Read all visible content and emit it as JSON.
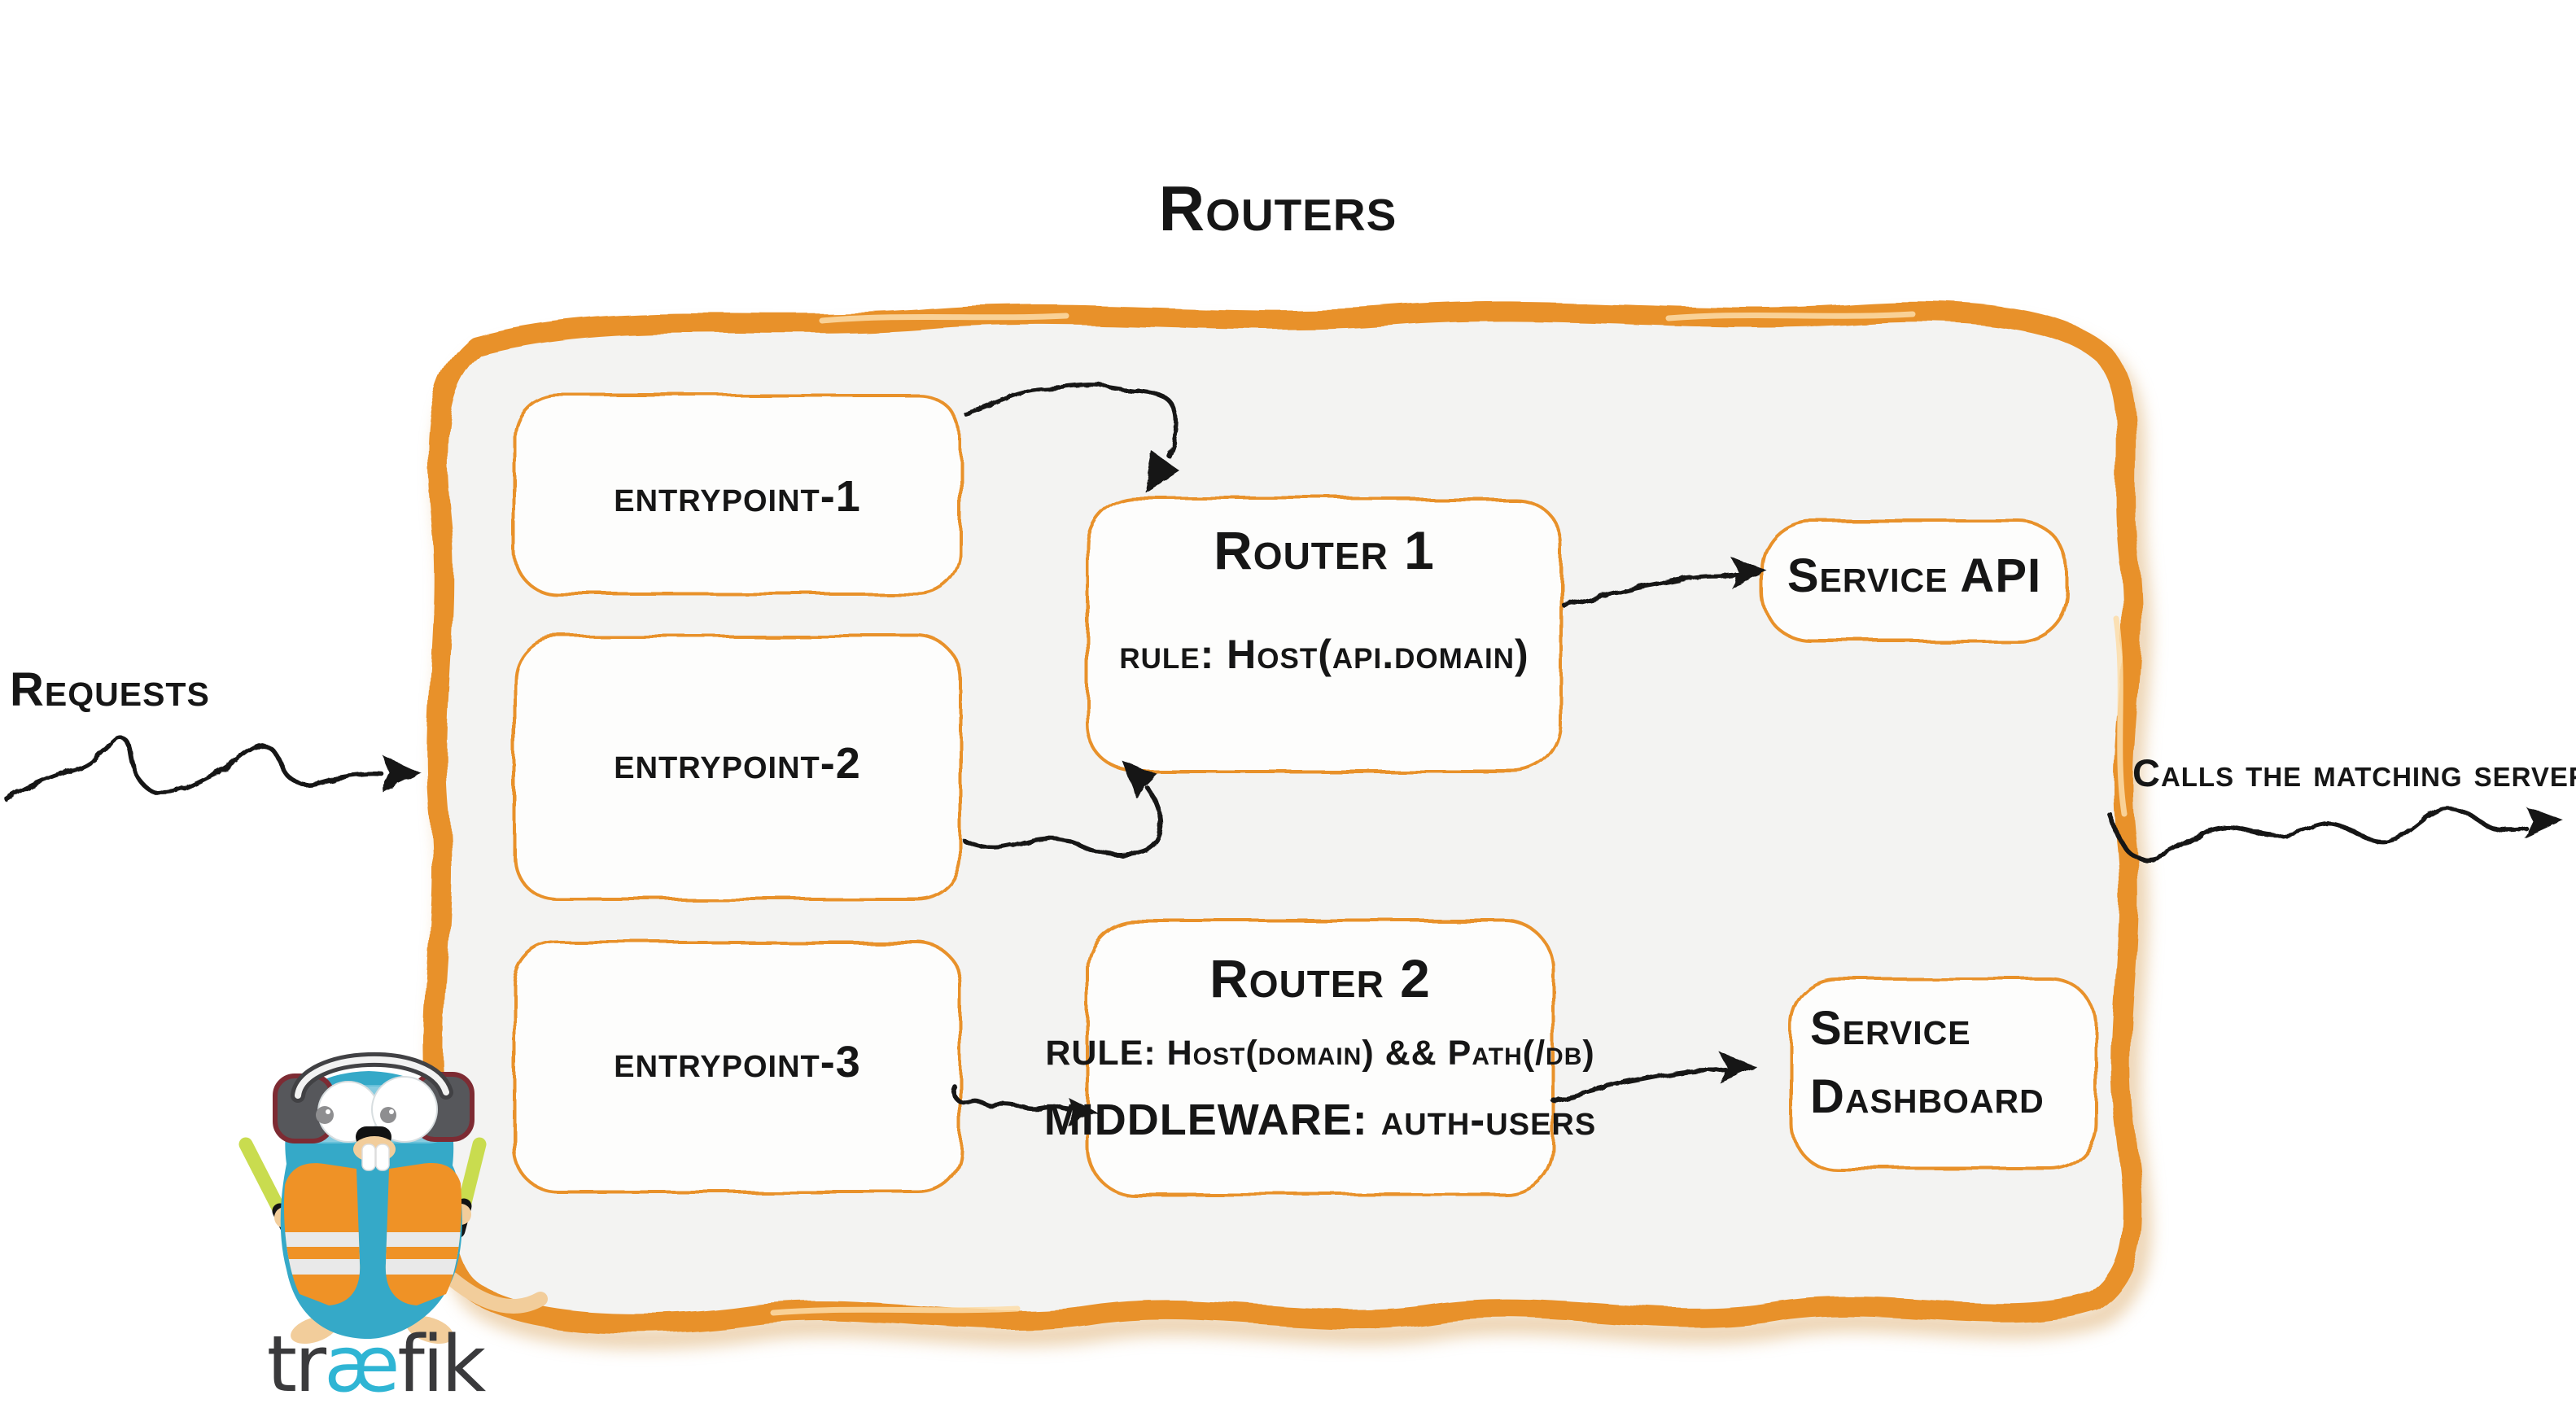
{
  "diagram": {
    "title": "Routers",
    "left_label": "Requests",
    "right_label": "Calls the matching server",
    "entrypoints": [
      {
        "label": "entrypoint-1"
      },
      {
        "label": "entrypoint-2"
      },
      {
        "label": "entrypoint-3"
      }
    ],
    "routers": [
      {
        "title": "Router 1",
        "rule": "rule: Host(api.domain)"
      },
      {
        "title": "Router 2",
        "rule": "RULE: Host(domain) && Path(/db)",
        "middleware": "MIDDLEWARE: auth-users"
      }
    ],
    "services": [
      {
        "label": "Service API",
        "lines": [
          "Service API"
        ]
      },
      {
        "label": "Service Dashboard",
        "lines": [
          "Service",
          "Dashboard"
        ]
      }
    ],
    "logo": {
      "word_pre": "tr",
      "word_ae": "æ",
      "word_post": "fik"
    },
    "colors": {
      "accent_orange": "#E8912C",
      "container_fill": "#F3F3F2",
      "ink": "#161616",
      "box_fill": "#FDFDFC",
      "logo_teal": "#35A9C8",
      "logo_wordmark_teal": "#2FB5D4",
      "logo_dark": "#3A3A3C",
      "vest_orange": "#EF9226",
      "baton_green": "#C9DC4F"
    }
  }
}
